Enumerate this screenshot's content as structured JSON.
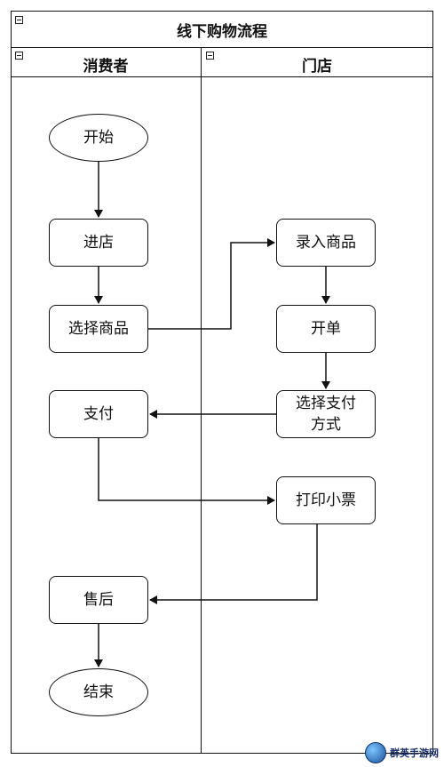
{
  "diagram": {
    "title": "线下购物流程",
    "lanes": [
      {
        "id": "consumer",
        "title": "消费者"
      },
      {
        "id": "store",
        "title": "门店"
      }
    ],
    "nodes": [
      {
        "id": "start",
        "label": "开始",
        "shape": "ellipse",
        "lane": "consumer"
      },
      {
        "id": "enter",
        "label": "进店",
        "shape": "rect",
        "lane": "consumer"
      },
      {
        "id": "select",
        "label": "选择商品",
        "shape": "rect",
        "lane": "consumer"
      },
      {
        "id": "pay",
        "label": "支付",
        "shape": "rect",
        "lane": "consumer"
      },
      {
        "id": "aftersale",
        "label": "售后",
        "shape": "rect",
        "lane": "consumer"
      },
      {
        "id": "end",
        "label": "结束",
        "shape": "ellipse",
        "lane": "consumer"
      },
      {
        "id": "entry",
        "label": "录入商品",
        "shape": "rect",
        "lane": "store"
      },
      {
        "id": "order",
        "label": "开单",
        "shape": "rect",
        "lane": "store"
      },
      {
        "id": "paymethod",
        "label": "选择支付\n方式",
        "shape": "rect",
        "lane": "store"
      },
      {
        "id": "receipt",
        "label": "打印小票",
        "shape": "rect",
        "lane": "store"
      }
    ],
    "edges": [
      {
        "from": "start",
        "to": "enter"
      },
      {
        "from": "enter",
        "to": "select"
      },
      {
        "from": "select",
        "to": "entry"
      },
      {
        "from": "entry",
        "to": "order"
      },
      {
        "from": "order",
        "to": "paymethod"
      },
      {
        "from": "paymethod",
        "to": "pay"
      },
      {
        "from": "pay",
        "to": "receipt"
      },
      {
        "from": "receipt",
        "to": "aftersale"
      },
      {
        "from": "aftersale",
        "to": "end"
      }
    ]
  },
  "watermark": {
    "text": "群英手游网"
  }
}
